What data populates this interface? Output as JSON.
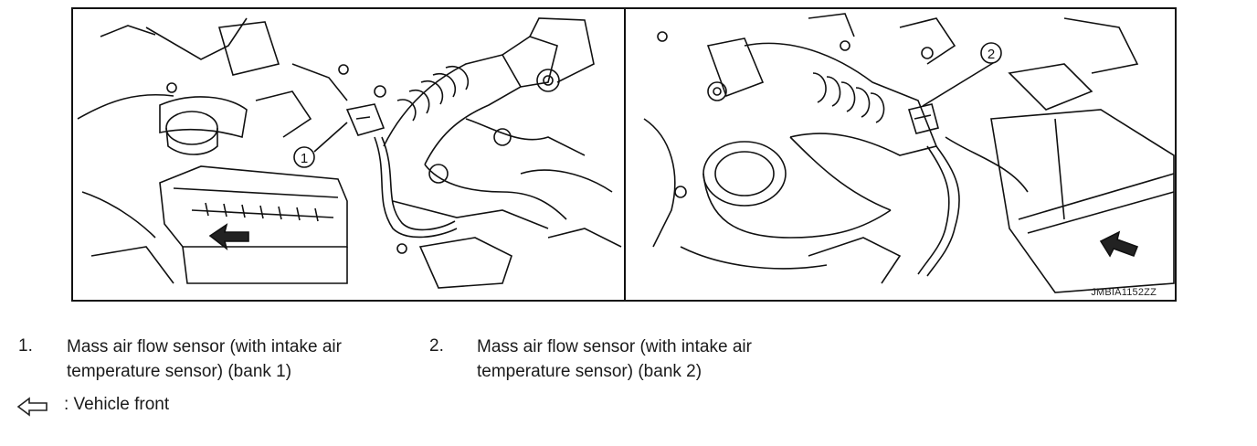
{
  "figure": {
    "code": "JMBIA1152ZZ",
    "callouts": [
      "1",
      "2"
    ]
  },
  "legend": {
    "items": [
      {
        "number": "1.",
        "line1": "Mass air flow sensor (with intake air",
        "line2": "temperature sensor) (bank 1)"
      },
      {
        "number": "2.",
        "line1": "Mass air flow sensor (with intake air",
        "line2": "temperature sensor) (bank 2)"
      }
    ],
    "vehicle_front": ": Vehicle front"
  },
  "icons": {
    "front_arrow": "hollow-left-arrow-icon"
  }
}
